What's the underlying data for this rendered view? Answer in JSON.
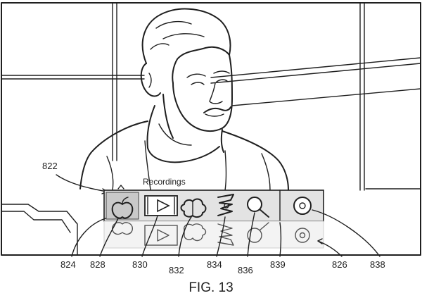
{
  "figure": {
    "caption": "FIG. 13"
  },
  "menu": {
    "label": "Recordings",
    "icons": [
      {
        "name": "apple-icon",
        "ref": "828"
      },
      {
        "name": "film-play-icon",
        "ref": "830"
      },
      {
        "name": "puzzle-icon",
        "ref": "832"
      },
      {
        "name": "chain-icon",
        "ref": "834"
      },
      {
        "name": "magnifier-icon",
        "ref": "836"
      },
      {
        "name": "disc-icon",
        "ref": "838"
      }
    ]
  },
  "reference_numerals": {
    "bar": "822",
    "bar_left": "824",
    "apple": "828",
    "film": "830",
    "puzzle": "832",
    "chain": "834",
    "magnifier": "836",
    "divider": "839",
    "reflection": "826",
    "disc": "838"
  }
}
